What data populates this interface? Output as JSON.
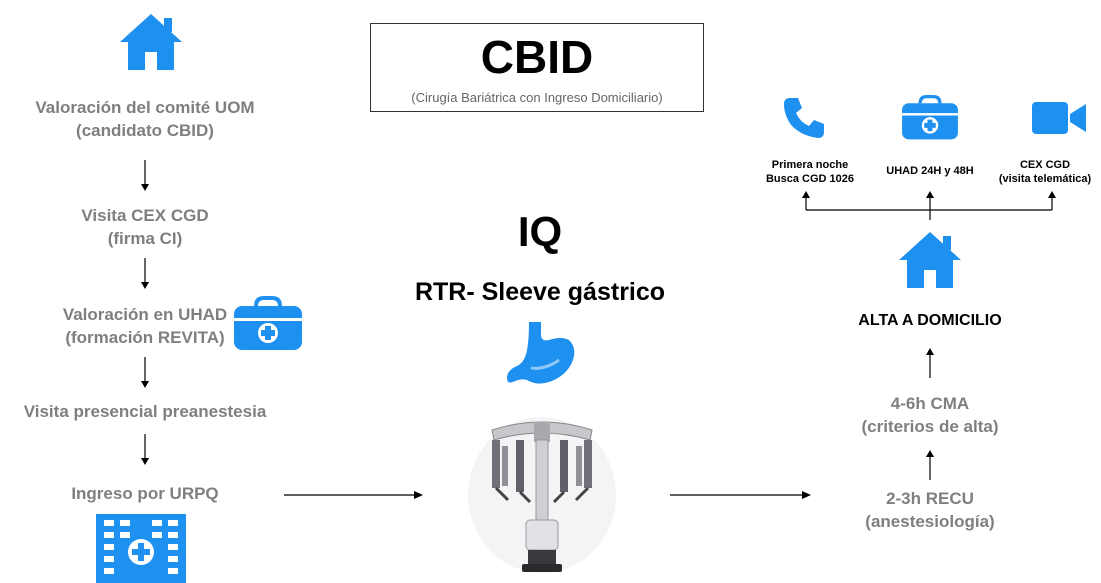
{
  "title": {
    "main": "CBID",
    "subtitle": "(Cirugía Bariátrica con Ingreso Domiciliario)"
  },
  "left_steps": [
    {
      "line1": "Valoración del comité UOM",
      "line2": "(candidato CBID)"
    },
    {
      "line1": "Visita CEX CGD",
      "line2": "(firma CI)"
    },
    {
      "line1": "Valoración en UHAD",
      "line2": "(formación REVITA)"
    },
    {
      "line1": "Visita presencial preanestesia"
    },
    {
      "line1": "Ingreso por URPQ"
    }
  ],
  "center": {
    "iq": "IQ",
    "procedure": "RTR- Sleeve gástrico"
  },
  "right_steps": {
    "recu": {
      "line1": "2-3h RECU",
      "line2": "(anestesiología)"
    },
    "cma": {
      "line1": "4-6h CMA",
      "line2": "(criterios de alta)"
    },
    "alta": "ALTA A DOMICILIO"
  },
  "followup": [
    {
      "icon": "phone-icon",
      "line1": "Primera noche",
      "line2": "Busca CGD 1026"
    },
    {
      "icon": "medical-bag-icon",
      "line1": "UHAD 24H y 48H"
    },
    {
      "icon": "video-camera-icon",
      "line1": "CEX CGD",
      "line2": "(visita telemática)"
    }
  ],
  "colors": {
    "icon_blue": "#1e90f0",
    "step_gray": "#7f7f7f",
    "text_black": "#000000"
  }
}
